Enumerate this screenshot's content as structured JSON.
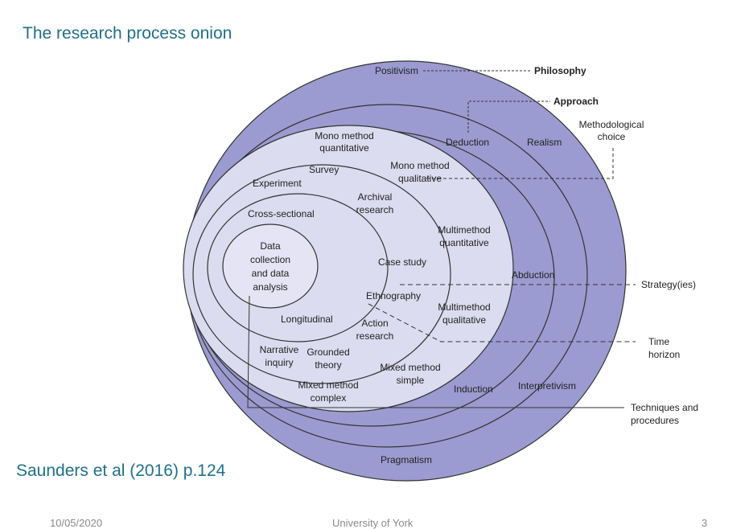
{
  "title": "The research process onion",
  "citation": "Saunders et al (2016) p.124",
  "footer": {
    "date": "10/05/2020",
    "org": "University of York",
    "page": "3"
  },
  "colors": {
    "outer_fill": "#9b9bd1",
    "inner_fill": "#dcdcf0",
    "core_fill": "#e4e4f4",
    "title": "#1f6f8b"
  },
  "labels": {
    "positivism": "Positivism",
    "philosophy": "Philosophy",
    "approach": "Approach",
    "deduction": "Deduction",
    "realism": "Realism",
    "methodological_1": "Methodological",
    "methodological_2": "choice",
    "mono_quant_1": "Mono method",
    "mono_quant_2": "quantitative",
    "mono_qual_1": "Mono method",
    "mono_qual_2": "qualitative",
    "survey": "Survey",
    "experiment": "Experiment",
    "archival_1": "Archival",
    "archival_2": "research",
    "cross_sectional": "Cross-sectional",
    "multi_quant_1": "Multimethod",
    "multi_quant_2": "quantitative",
    "data_1": "Data",
    "data_2": "collection",
    "data_3": "and data",
    "data_4": "analysis",
    "case_study": "Case study",
    "abduction": "Abduction",
    "strategies": "Strategy(ies)",
    "ethnography": "Ethnography",
    "multi_qual_1": "Multimethod",
    "multi_qual_2": "qualitative",
    "longitudinal": "Longitudinal",
    "action_1": "Action",
    "action_2": "research",
    "time_1": "Time",
    "time_2": "horizon",
    "narrative_1": "Narrative",
    "narrative_2": "inquiry",
    "grounded_1": "Grounded",
    "grounded_2": "theory",
    "mixed_simple_1": "Mixed method",
    "mixed_simple_2": "simple",
    "mixed_complex_1": "Mixed method",
    "mixed_complex_2": "complex",
    "induction": "Induction",
    "interpretivism": "Interpretivism",
    "techniques_1": "Techniques and",
    "techniques_2": "procedures",
    "pragmatism": "Pragmatism"
  }
}
